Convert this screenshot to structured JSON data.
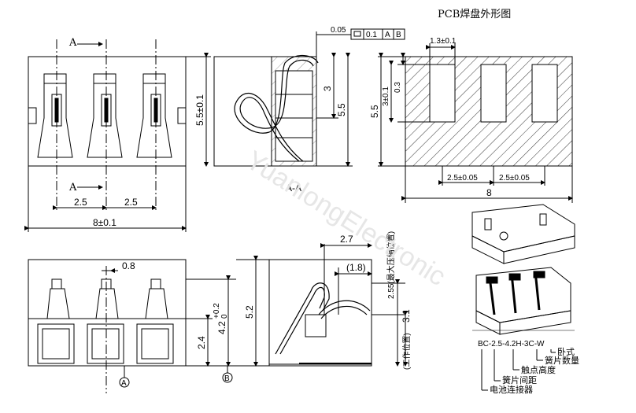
{
  "title": "PCB焊盘外形图",
  "section": {
    "a_mark": "A",
    "a_label": "A-A"
  },
  "front_view": {
    "dim_w_half1": "2.5",
    "dim_w_half2": "2.5",
    "dim_total_w": "8±0.1",
    "dim_h": "5.5±0.1"
  },
  "section_view": {
    "tol_a": "0.05",
    "tol_b": "0.1",
    "datum_a": "A",
    "datum_b": "B",
    "dim_3": "3",
    "dim_55": "5.5"
  },
  "pcb_view": {
    "dim_13": "1.3±0.1",
    "dim_03": "0.3",
    "dim_3": "3±0.1",
    "dim_55": "5.5",
    "dim_25a": "2.5±0.05",
    "dim_25b": "2.5±0.05",
    "dim_8": "8"
  },
  "bottom_view": {
    "dim_08": "0.8",
    "dim_24": "2.4",
    "dim_42": "4.2",
    "tol_42_up": "+0.2",
    "tol_42_dn": "0",
    "datum_a": "A",
    "datum_b": "B"
  },
  "side_view": {
    "dim_27": "2.7",
    "dim_18": "(1.8)",
    "dim_52": "5.2",
    "dim_255": "2.55(最大压缩位置)",
    "dim_31": "3.1",
    "dim_work": "(工作位置)"
  },
  "part_code": {
    "code": "BC-2.5-4.2H-3C-W",
    "notes": [
      "卧式",
      "簧片数量",
      "触点高度",
      "簧片间距",
      "电池连接器"
    ]
  },
  "watermark": "YuanlongElectronic"
}
